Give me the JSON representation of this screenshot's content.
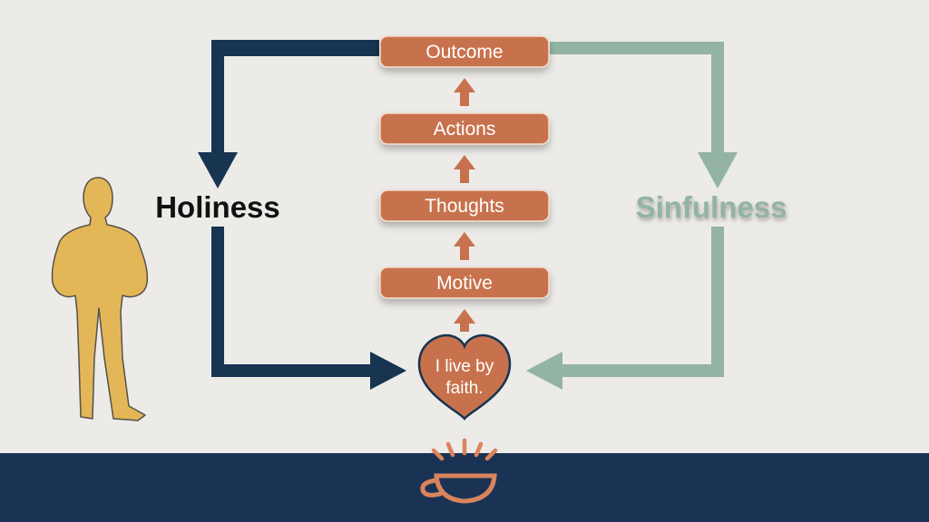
{
  "flow_steps": [
    "Outcome",
    "Actions",
    "Thoughts",
    "Motive"
  ],
  "heart": {
    "line1": "I live by",
    "line2": "faith."
  },
  "left_path": {
    "label": "Holiness"
  },
  "right_path": {
    "label": "Sinfulness"
  },
  "colors": {
    "background": "#ecebe8",
    "box": "#c8724d",
    "box_border": "#f3dccd",
    "arrow_small": "#c8724d",
    "left_path": "#173451",
    "right_path": "#93b3a3",
    "person": "#e3b758",
    "footer": "#1a3354",
    "logo": "#d9845c"
  },
  "icons": [
    "person-silhouette-icon",
    "coffee-cup-icon",
    "heart-icon"
  ]
}
